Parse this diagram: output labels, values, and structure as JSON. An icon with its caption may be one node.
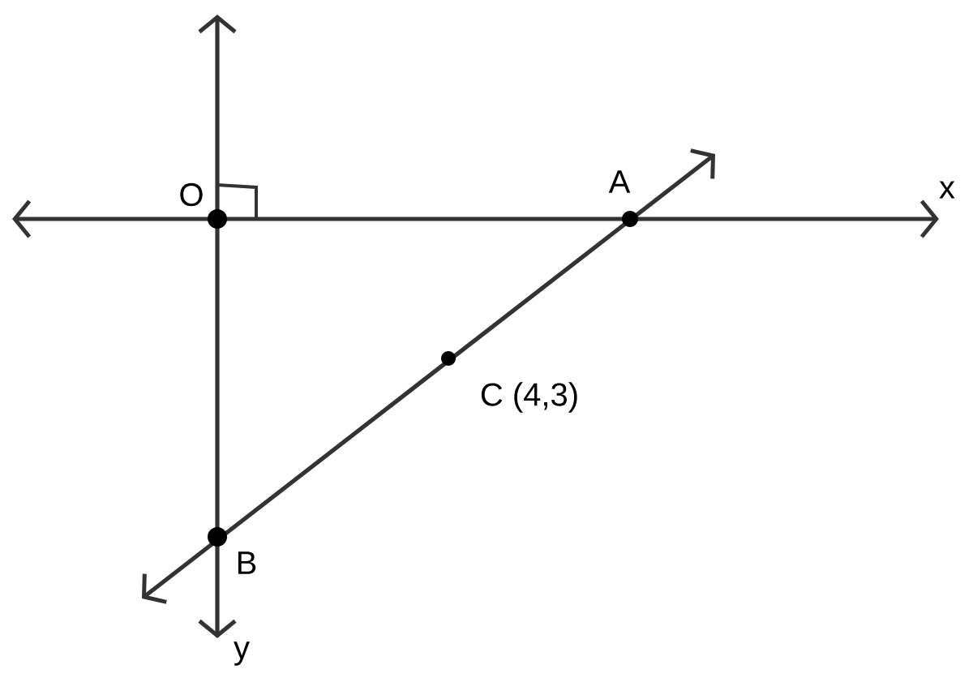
{
  "diagram": {
    "labels": [
      "O",
      "A",
      "x",
      "C (4,3)",
      "B",
      "y"
    ]
  }
}
